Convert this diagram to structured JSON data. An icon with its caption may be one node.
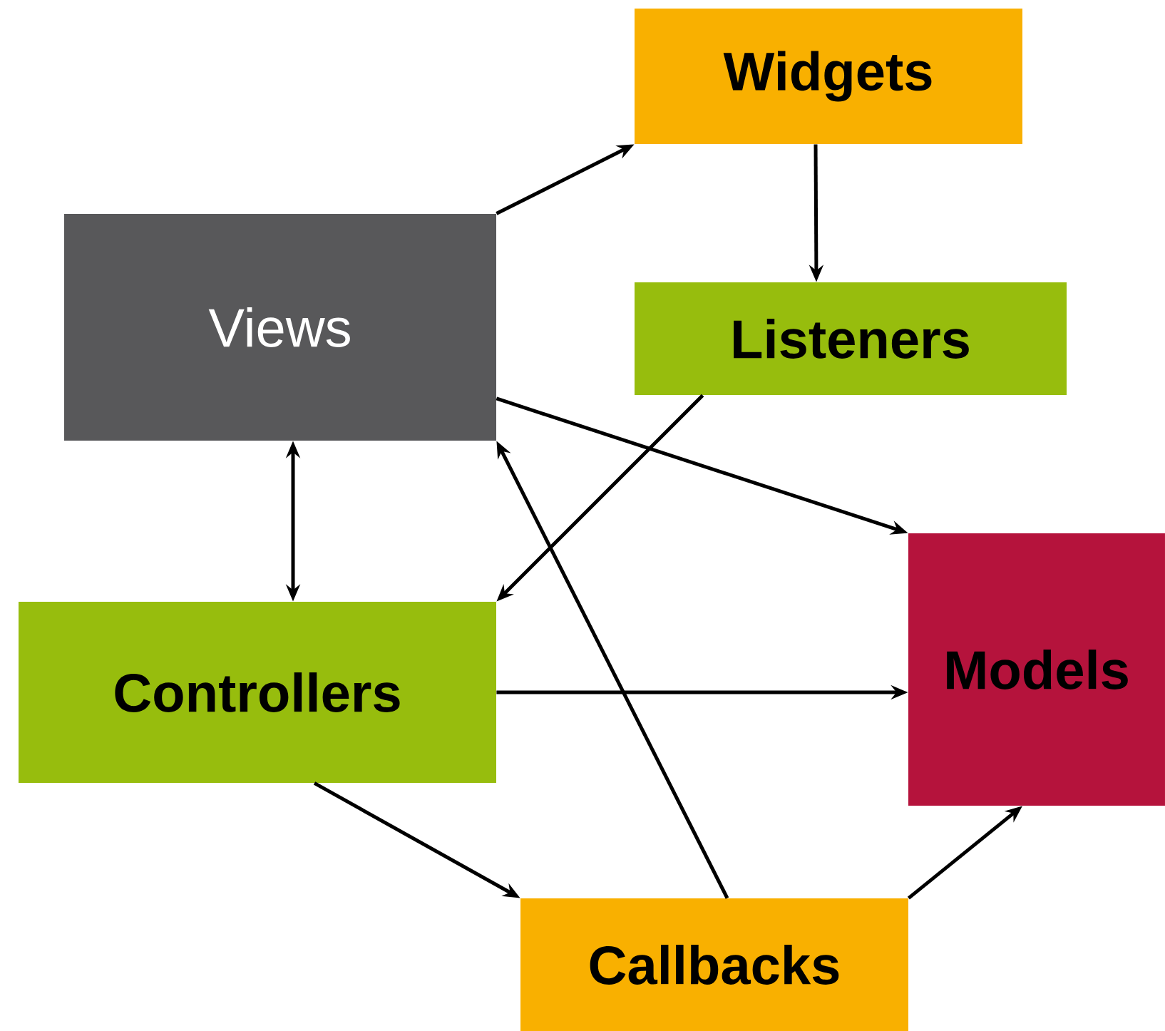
{
  "diagram": {
    "nodes": [
      {
        "text": [
          "Widgets"
        ]
      },
      {
        "text": [
          "Views"
        ]
      },
      {
        "text": [
          "Listeners"
        ]
      },
      {
        "text": [
          "Controllers"
        ]
      },
      {
        "text": [
          "Models"
        ]
      },
      {
        "text": [
          "Callbacks"
        ]
      }
    ],
    "edges": [
      {
        "from": 1,
        "to": 0,
        "arrow": "to"
      },
      {
        "from": 0,
        "to": 2,
        "arrow": "to"
      },
      {
        "from": 1,
        "to": 4,
        "arrow": "to"
      },
      {
        "from": 2,
        "to": 3,
        "arrow": "to"
      },
      {
        "from": 1,
        "to": 3,
        "arrow": "both"
      },
      {
        "from": 3,
        "to": 4,
        "arrow": "to"
      },
      {
        "from": 3,
        "to": 5,
        "arrow": "to"
      },
      {
        "from": 5,
        "to": 1,
        "arrow": "to"
      },
      {
        "from": 5,
        "to": 4,
        "arrow": "to"
      }
    ]
  }
}
